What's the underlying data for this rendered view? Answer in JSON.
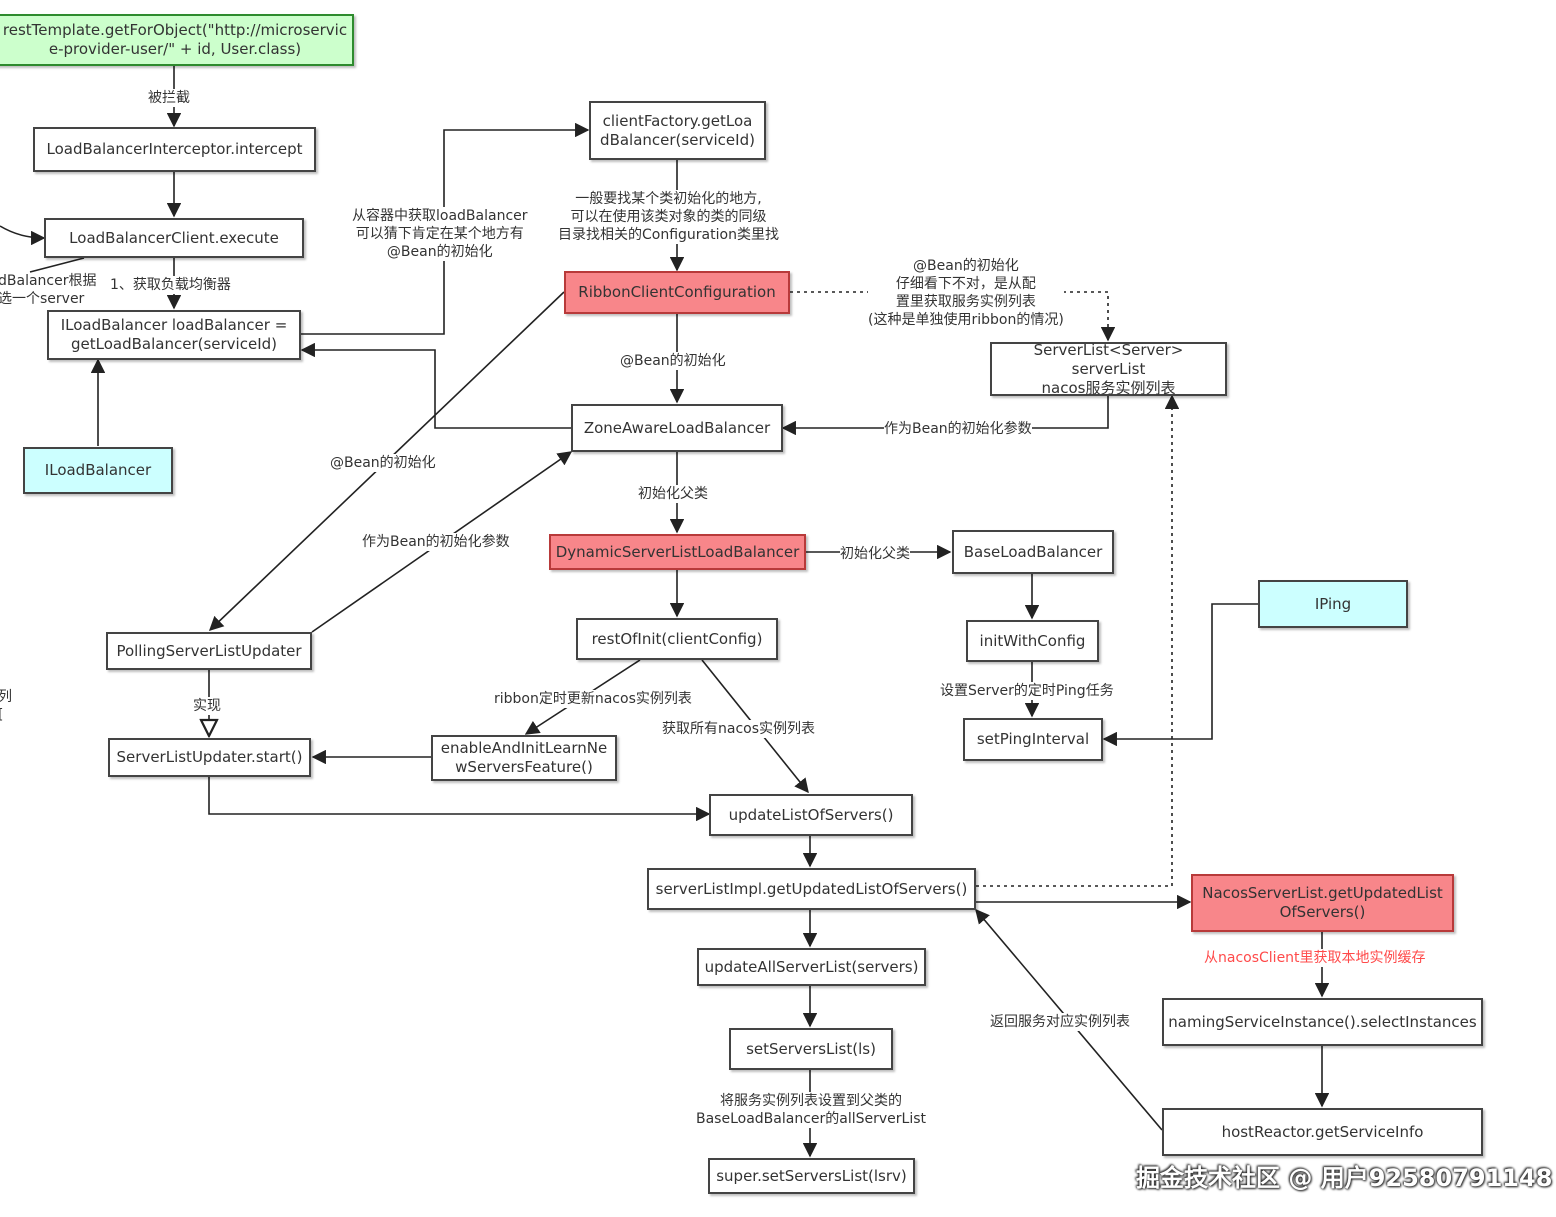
{
  "nodes": {
    "rest_template": "restTemplate.getForObject(\"http://microservic\ne-provider-user/\" + id, User.class)",
    "lb_interceptor": "LoadBalancerInterceptor.intercept",
    "lb_client_execute": "LoadBalancerClient.execute",
    "get_load_balancer": "ILoadBalancer loadBalancer =\ngetLoadBalancer(serviceId)",
    "iloadbalancer": "ILoadBalancer",
    "client_factory": "clientFactory.getLoa\ndBalancer(serviceId)",
    "ribbon_config": "RibbonClientConfiguration",
    "server_list": "ServerList<Server> serverList\nnacos服务实例列表",
    "zone_aware": "ZoneAwareLoadBalancer",
    "dynamic_lb": "DynamicServerListLoadBalancer",
    "base_lb": "BaseLoadBalancer",
    "rest_of_init": "restOfInit(clientConfig)",
    "init_with_config": "initWithConfig",
    "iping": "IPing",
    "polling_updater": "PollingServerListUpdater",
    "set_ping_interval": "setPingInterval",
    "enable_init": "enableAndInitLearnNe\nwServersFeature()",
    "updater_start": "ServerListUpdater.start()",
    "update_list": "updateListOfServers()",
    "server_list_impl": "serverListImpl.getUpdatedListOfServers()",
    "nacos_server_list": "NacosServerList.getUpdatedList\nOfServers()",
    "update_all": "updateAllServerList(servers)",
    "naming_service": "namingServiceInstance().selectInstances",
    "set_servers_list": "setServersList(ls)",
    "host_reactor": "hostReactor.getServiceInfo",
    "super_set": "super.setServersList(lsrv)"
  },
  "labels": {
    "intercepted": "被拦截",
    "get_lb": "1、获取负载均衡器",
    "left_cut_1": "dBalancer根据\n选一个server",
    "left_cut_2": "列\n[",
    "from_container": "从容器中获取loadBalancer\n可以猜下肯定在某个地方有\n@Bean的初始化",
    "find_init": "一般要找某个类初始化的地方,\n可以在使用该类对象的类的同级\n目录找相关的Configuration类里找",
    "bean_init_detail": "@Bean的初始化\n仔细看下不对，是从配\n置里获取服务实例列表\n(这种是单独使用ribbon的情况)",
    "bean_init_mid": "@Bean的初始化",
    "bean_param_right": "作为Bean的初始化参数",
    "bean_init_diag": "@Bean的初始化",
    "init_parent_1": "初始化父类",
    "bean_param_diag": "作为Bean的初始化参数",
    "init_parent_2": "初始化父类",
    "implements": "实现",
    "ping_task": "设置Server的定时Ping任务",
    "ribbon_timer": "ribbon定时更新nacos实例列表",
    "get_all_nacos": "获取所有nacos实例列表",
    "from_nacos_client": "从nacosClient里获取本地实例缓存",
    "return_list": "返回服务对应实例列表",
    "set_to_parent": "将服务实例列表设置到父类的\nBaseLoadBalancer的allServerList"
  },
  "watermark": "掘金技术社区 @ 用户92580791148",
  "colors": {
    "green_fill": "#ccffcc",
    "red_fill": "#f8868a",
    "cyan_fill": "#ccffff",
    "red_text": "#ff4a4a"
  }
}
